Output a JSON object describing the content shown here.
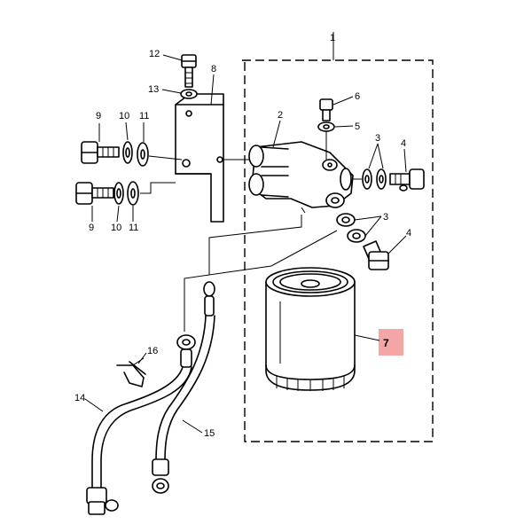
{
  "callouts": {
    "c1": "1",
    "c2": "2",
    "c3a": "3",
    "c3b": "3",
    "c4a": "4",
    "c4b": "4",
    "c5": "5",
    "c6": "6",
    "c7": "7",
    "c8": "8",
    "c9a": "9",
    "c9b": "9",
    "c10a": "10",
    "c10b": "10",
    "c11a": "11",
    "c11b": "11",
    "c12": "12",
    "c13": "13",
    "c14": "14",
    "c15": "15",
    "c16": "16"
  },
  "highlight": {
    "color": "#f4a6a6",
    "target": "7"
  }
}
